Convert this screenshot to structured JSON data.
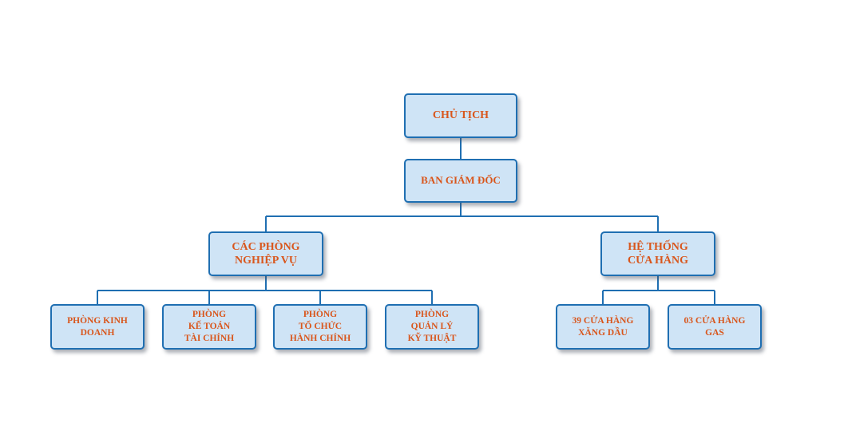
{
  "colors": {
    "node_fill": "#cfe4f6",
    "node_border": "#1f6fb2",
    "node_text": "#d9561c",
    "connector": "#1f6fb2"
  },
  "org_chart": {
    "chairman": "CHỦ TỊCH",
    "board_of_directors": "BAN GIÁM ĐỐC",
    "departments": {
      "label": "CÁC PHÒNG\nNGHIỆP VỤ",
      "children": [
        "PHÒNG KINH\nDOANH",
        "PHÒNG\nKẾ TOÁN\nTÀI CHÍNH",
        "PHÒNG\nTỔ CHỨC\nHÀNH CHÍNH",
        "PHÒNG\nQUẢN LÝ\nKỸ THUẬT"
      ]
    },
    "store_system": {
      "label": "HỆ THỐNG\nCỬA HÀNG",
      "children": [
        "39 CỬA HÀNG\nXĂNG DẦU",
        "03 CỬA HÀNG\nGAS"
      ]
    }
  }
}
